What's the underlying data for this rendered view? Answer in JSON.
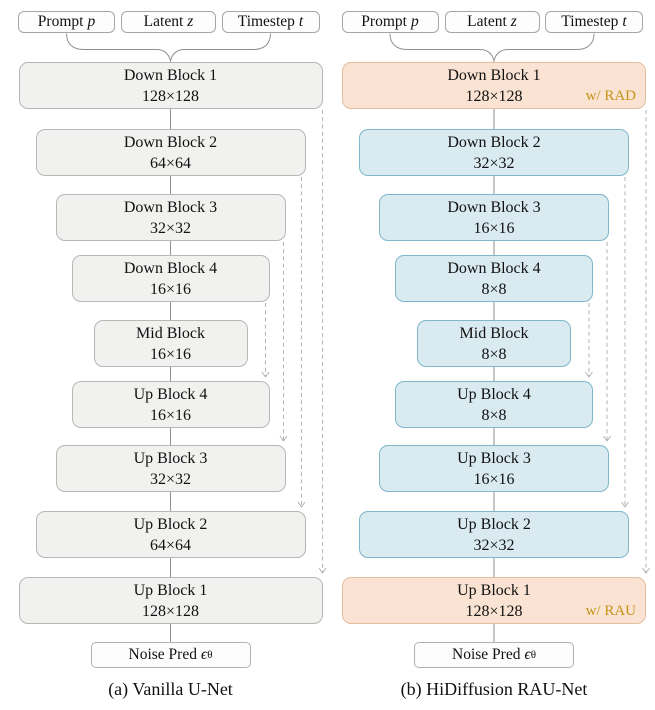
{
  "figure": {
    "columns": [
      {
        "caption": "(a) Vanilla U-Net",
        "inputs": [
          {
            "label": "Prompt",
            "var": "p"
          },
          {
            "label": "Latent",
            "var": "z"
          },
          {
            "label": "Timestep",
            "var": "t"
          }
        ],
        "blocks": [
          {
            "name": "Down Block 1",
            "res": "128×128",
            "color": "gray"
          },
          {
            "name": "Down Block 2",
            "res": "64×64",
            "color": "gray"
          },
          {
            "name": "Down Block 3",
            "res": "32×32",
            "color": "gray"
          },
          {
            "name": "Down Block 4",
            "res": "16×16",
            "color": "gray"
          },
          {
            "name": "Mid Block",
            "res": "16×16",
            "color": "gray"
          },
          {
            "name": "Up Block 4",
            "res": "16×16",
            "color": "gray"
          },
          {
            "name": "Up Block 3",
            "res": "32×32",
            "color": "gray"
          },
          {
            "name": "Up Block 2",
            "res": "64×64",
            "color": "gray"
          },
          {
            "name": "Up Block 1",
            "res": "128×128",
            "color": "gray"
          }
        ],
        "output": {
          "label": "Noise Pred",
          "symbol": "ϵ",
          "subscript": "θ"
        }
      },
      {
        "caption": "(b) HiDiffusion RAU-Net",
        "inputs": [
          {
            "label": "Prompt",
            "var": "p"
          },
          {
            "label": "Latent",
            "var": "z"
          },
          {
            "label": "Timestep",
            "var": "t"
          }
        ],
        "blocks": [
          {
            "name": "Down Block 1",
            "res": "128×128",
            "color": "peach",
            "tag": "w/ RAD"
          },
          {
            "name": "Down Block 2",
            "res": "32×32",
            "color": "blue"
          },
          {
            "name": "Down Block 3",
            "res": "16×16",
            "color": "blue"
          },
          {
            "name": "Down Block 4",
            "res": "8×8",
            "color": "blue"
          },
          {
            "name": "Mid Block",
            "res": "8×8",
            "color": "blue"
          },
          {
            "name": "Up Block 4",
            "res": "8×8",
            "color": "blue"
          },
          {
            "name": "Up Block 3",
            "res": "16×16",
            "color": "blue"
          },
          {
            "name": "Up Block 2",
            "res": "32×32",
            "color": "blue"
          },
          {
            "name": "Up Block 1",
            "res": "128×128",
            "color": "peach",
            "tag": "w/ RAU"
          }
        ],
        "output": {
          "label": "Noise Pred",
          "symbol": "ϵ",
          "subscript": "θ"
        }
      }
    ],
    "colors": {
      "gray_fill": "#f1f1ef",
      "gray_border": "#b7b7b7",
      "blue_fill": "#d9eaf1",
      "blue_border": "#7fb7ca",
      "peach_fill": "#fae3d2",
      "peach_border": "#e3bfa2",
      "tag_text": "#c49418",
      "connector": "#909090",
      "skip_connector": "#b3b3b3"
    }
  }
}
